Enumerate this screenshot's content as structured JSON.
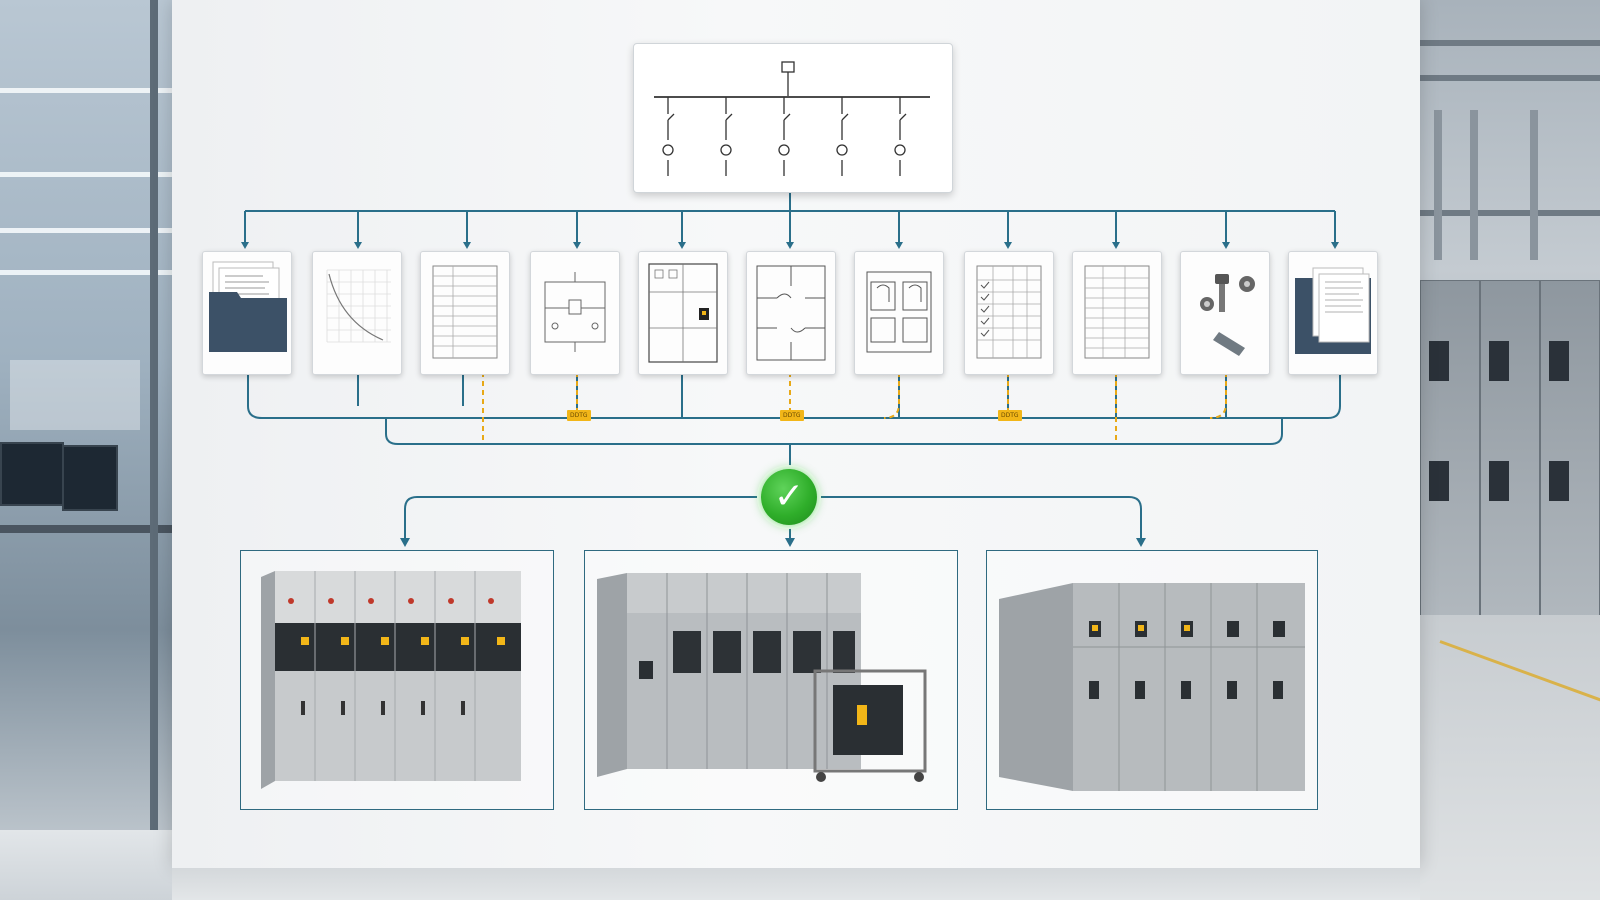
{
  "title": "",
  "colors": {
    "connector": "#2a6f8a",
    "flag_connector": "#e8a917",
    "approval": "#2fae2a",
    "wall": "#f4f5f6",
    "cabinet_gray": "#b4b8bb"
  },
  "single_line_diagram": {
    "feeders": 5,
    "icon": "single-line-diagram-icon"
  },
  "documents": [
    {
      "icon": "folder-documents-icon"
    },
    {
      "icon": "curve-chart-icon"
    },
    {
      "icon": "table-sheet-icon"
    },
    {
      "icon": "circuit-schematic-icon"
    },
    {
      "icon": "panel-layout-icon"
    },
    {
      "icon": "floor-plan-icon"
    },
    {
      "icon": "section-drawing-icon"
    },
    {
      "icon": "checklist-icon"
    },
    {
      "icon": "data-table-icon"
    },
    {
      "icon": "bolts-fasteners-icon"
    },
    {
      "icon": "document-binder-icon"
    }
  ],
  "flag_labels": [
    "DDTG",
    "DDTG",
    "DDTG"
  ],
  "approval_icon": "checkmark-icon",
  "products": [
    {
      "icon": "switchgear-cabinet-icon"
    },
    {
      "icon": "switchgear-with-breaker-trolley-icon"
    },
    {
      "icon": "low-voltage-switchboard-icon"
    }
  ]
}
